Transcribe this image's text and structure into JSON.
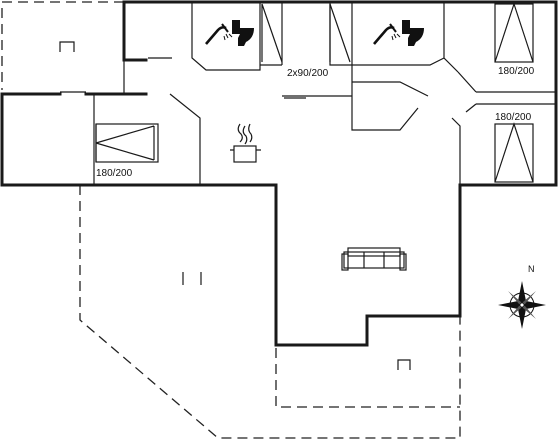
{
  "plan": {
    "rooms": [
      {
        "id": "bedroom-1",
        "bed_label": "180/200"
      },
      {
        "id": "bedroom-2",
        "bed_label": "180/200"
      },
      {
        "id": "bedroom-3",
        "bed_label": "180/200"
      },
      {
        "id": "bunk-room",
        "bed_label": "2x90/200"
      }
    ],
    "icons": [
      "shower-icon",
      "toilet-icon",
      "kitchen-pot-icon",
      "sofa-icon",
      "terrace-chair-icon",
      "compass-rose-icon"
    ],
    "compass": {
      "north_label": "N"
    }
  }
}
